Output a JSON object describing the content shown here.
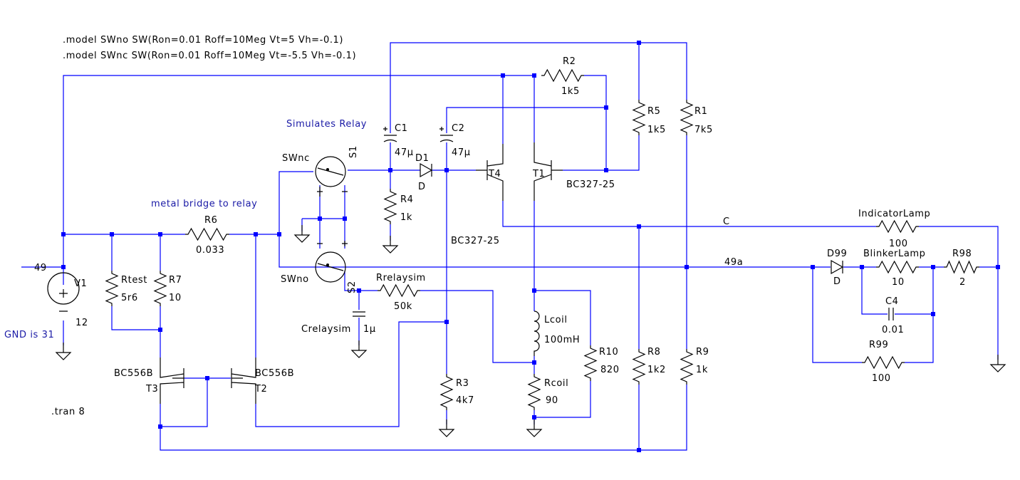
{
  "directives": {
    "model_no": ".model SWno SW(Ron=0.01 Roff=10Meg Vt=5 Vh=-0.1)",
    "model_nc": ".model SWnc SW(Ron=0.01 Roff=10Meg Vt=-5.5 Vh=-0.1)",
    "tran": ".tran 8"
  },
  "comments": {
    "simulates_relay": "Simulates Relay",
    "metal_bridge": "metal bridge to relay",
    "gnd_note": "GND is 31"
  },
  "nets": {
    "n49": "49",
    "nC": "C",
    "n49a": "49a"
  },
  "components": {
    "V1": {
      "name": "V1",
      "value": "12"
    },
    "R1": {
      "name": "R1",
      "value": "7k5"
    },
    "R2": {
      "name": "R2",
      "value": "1k5"
    },
    "R3": {
      "name": "R3",
      "value": "4k7"
    },
    "R4": {
      "name": "R4",
      "value": "1k"
    },
    "R5": {
      "name": "R5",
      "value": "1k5"
    },
    "R6": {
      "name": "R6",
      "value": "0.033"
    },
    "R7": {
      "name": "R7",
      "value": "10"
    },
    "R8": {
      "name": "R8",
      "value": "1k2"
    },
    "R9": {
      "name": "R9",
      "value": "1k"
    },
    "R10": {
      "name": "R10",
      "value": "820"
    },
    "Rtest": {
      "name": "Rtest",
      "value": "5r6"
    },
    "Rrelaysim": {
      "name": "Rrelaysim",
      "value": "50k"
    },
    "Rcoil": {
      "name": "Rcoil",
      "value": "90"
    },
    "Lcoil": {
      "name": "Lcoil",
      "value": "100mH"
    },
    "C1": {
      "name": "C1",
      "value": "47µ"
    },
    "C2": {
      "name": "C2",
      "value": "47µ"
    },
    "C4": {
      "name": "C4",
      "value": "0.01"
    },
    "Crelaysim": {
      "name": "Crelaysim",
      "value": "1µ"
    },
    "D1": {
      "name": "D1",
      "value": "D"
    },
    "D99": {
      "name": "D99",
      "value": "D"
    },
    "S1": {
      "name": "S1",
      "model": "SWnc"
    },
    "S2": {
      "name": "S2",
      "model": "SWno"
    },
    "T1": {
      "name": "T1",
      "model": "BC327-25"
    },
    "T2": {
      "name": "T2",
      "model": "BC556B"
    },
    "T3": {
      "name": "T3",
      "model": "BC556B"
    },
    "T4": {
      "name": "T4",
      "model": "BC327-25"
    },
    "IndicatorLamp": {
      "name": "IndicatorLamp",
      "value": "100"
    },
    "BlinkerLamp": {
      "name": "BlinkerLamp",
      "value": "10"
    },
    "R98": {
      "name": "R98",
      "value": "2"
    },
    "R99": {
      "name": "R99",
      "value": "100"
    }
  },
  "colors": {
    "wire": "#0000ff",
    "component": "#000000",
    "comment": "#1a1aa6",
    "background": "#ffffff"
  }
}
